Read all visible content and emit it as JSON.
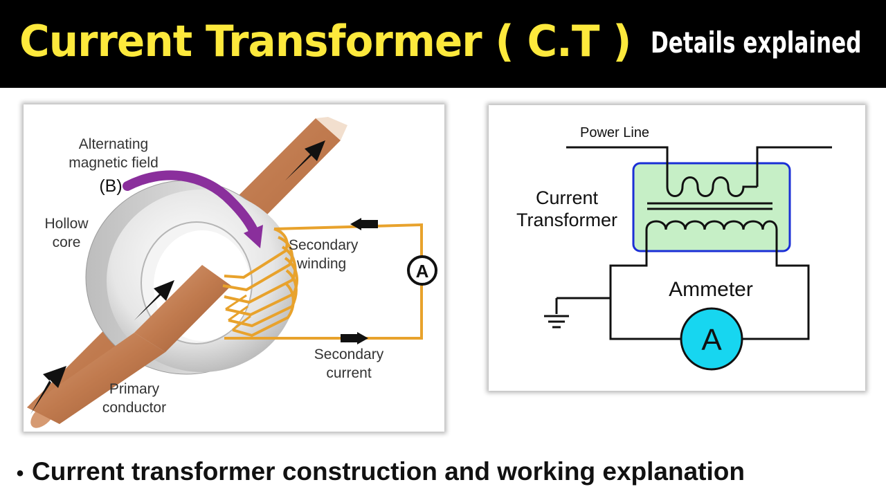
{
  "header": {
    "title": "Current Transformer ( C.T )",
    "subtitle": "Details explained",
    "title_color": "#fde93c",
    "background": "#000000"
  },
  "left_diagram": {
    "labels": {
      "field_line1": "Alternating",
      "field_line2": "magnetic field",
      "field_symbol": "(B)",
      "core_line1": "Hollow",
      "core_line2": "core",
      "winding_line1": "Secondary",
      "winding_line2": "winding",
      "current_line1": "Secondary",
      "current_line2": "current",
      "conductor_line1": "Primary",
      "conductor_line2": "conductor",
      "meter_symbol": "A"
    },
    "colors": {
      "conductor": "#c98a5e",
      "winding": "#e8a22c",
      "field_arrow": "#8a2f9c"
    }
  },
  "right_diagram": {
    "labels": {
      "power_line": "Power Line",
      "ct_line1": "Current",
      "ct_line2": "Transformer",
      "ammeter": "Ammeter",
      "meter_symbol": "A"
    },
    "colors": {
      "ct_box_fill": "#c6efc6",
      "ct_box_border": "#1a2fd6",
      "meter_fill": "#17d6f0"
    }
  },
  "bullets": [
    "Current transformer construction and working explanation"
  ]
}
